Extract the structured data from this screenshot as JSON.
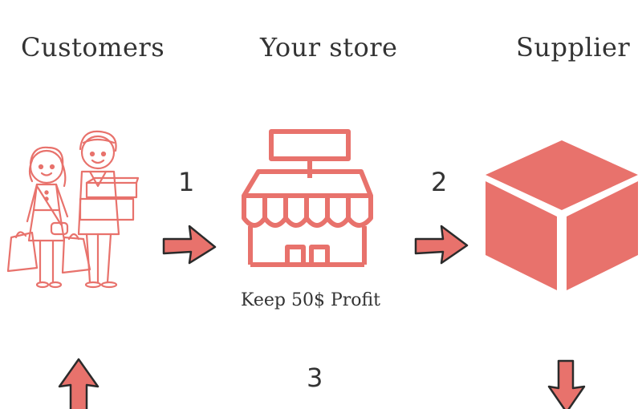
{
  "columns": {
    "customers": "Customers",
    "store": "Your store",
    "supplier": "Supplier"
  },
  "steps": [
    "1",
    "2",
    "3"
  ],
  "store_caption": "Keep 50$ Profit",
  "colors": {
    "accent": "#e8726c",
    "text": "#333333",
    "arrow_outline": "#2b2b2b"
  },
  "icons": {
    "customers": "couple-shopping-icon",
    "store": "storefront-icon",
    "supplier": "box-cube-icon"
  }
}
